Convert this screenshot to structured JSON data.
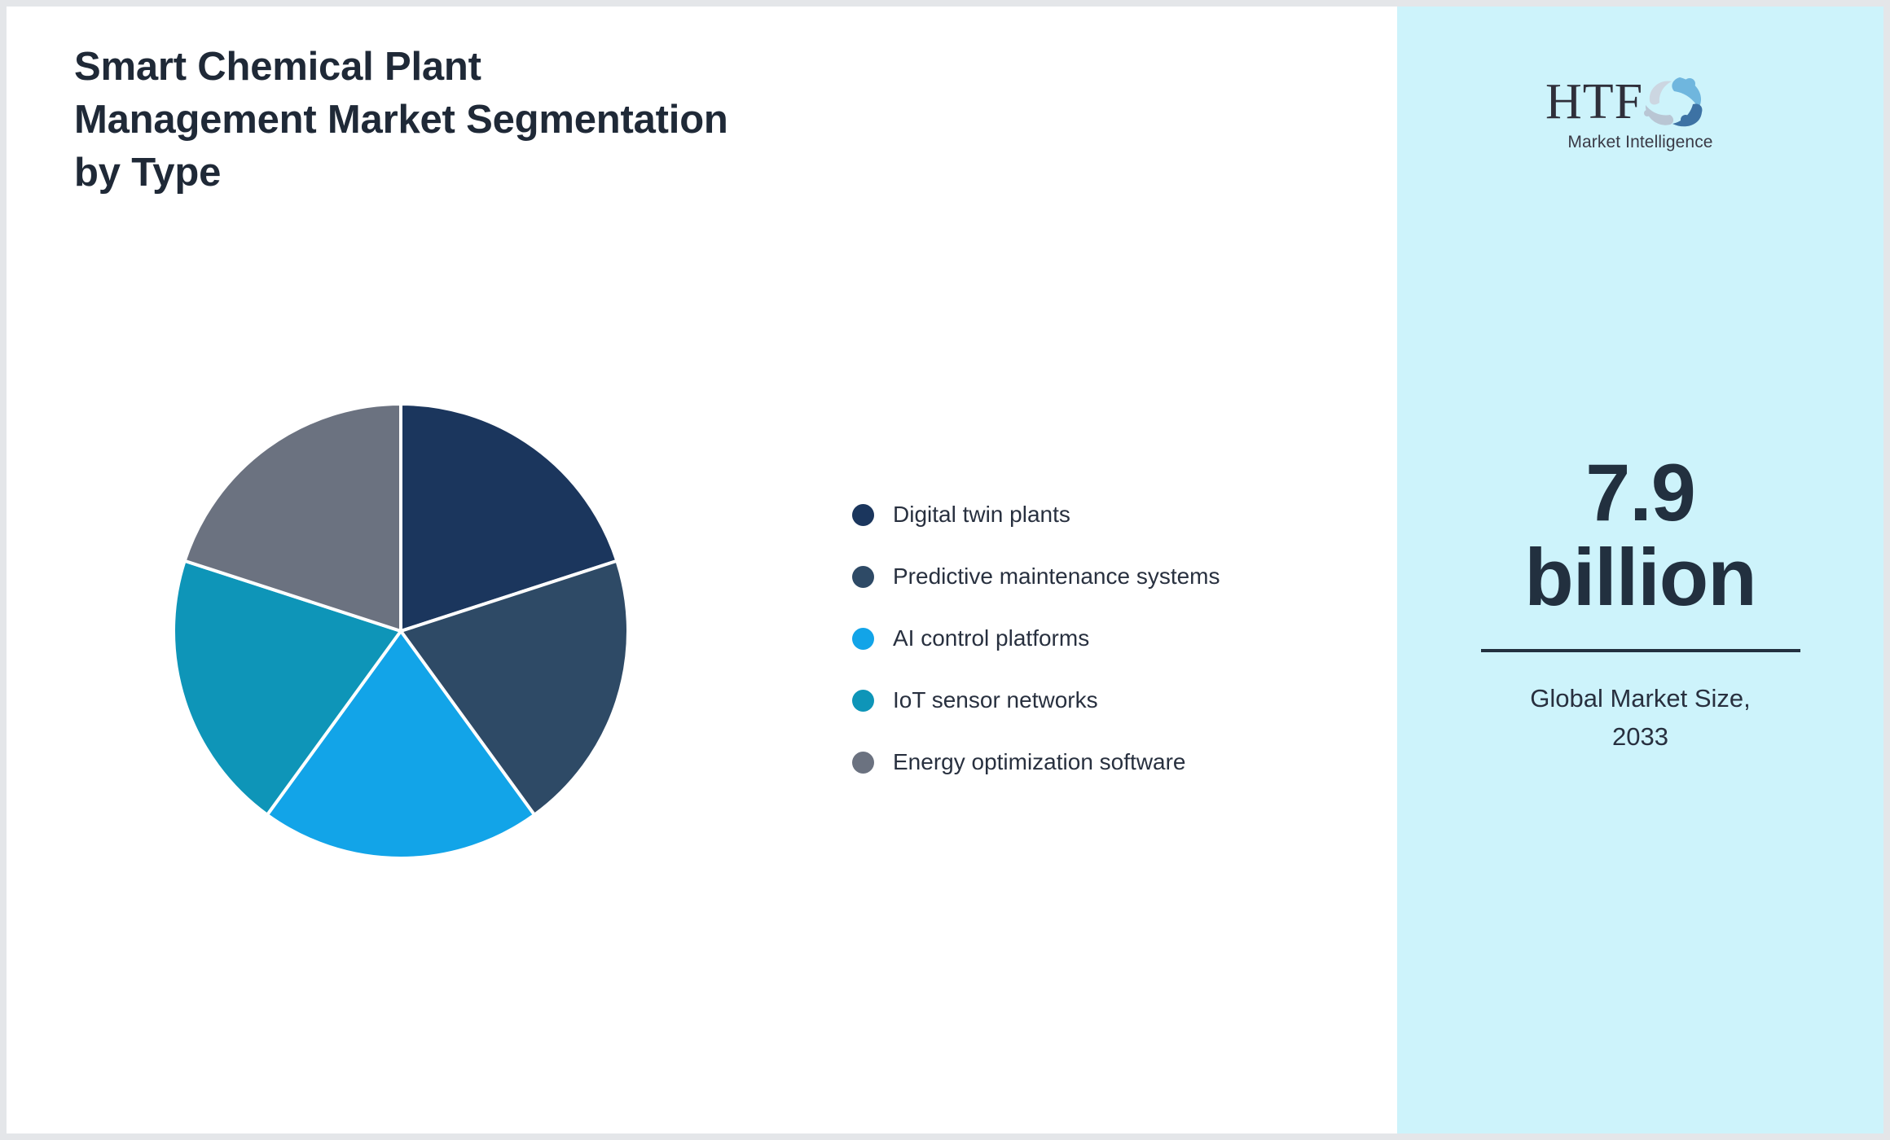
{
  "page": {
    "background": "#ffffff",
    "outer_margin_color": "#e4e6e9"
  },
  "header": {
    "title": "Smart Chemical Plant\nManagement Market Segmentation\nby Type"
  },
  "sidebar": {
    "background": "#cdf3fb",
    "logo": {
      "wordmark": "HTF",
      "subtitle": "Market Intelligence",
      "icon": "htf-three-figure-emblem"
    },
    "stat": {
      "value": "7.9\nbillion",
      "caption": "Global Market Size,\n2033"
    }
  },
  "legend": {
    "items": [
      {
        "label": "Digital twin plants",
        "color": "#1b365d"
      },
      {
        "label": "Predictive maintenance systems",
        "color": "#2e4a66"
      },
      {
        "label": "AI control platforms",
        "color": "#12a4e8"
      },
      {
        "label": "IoT sensor networks",
        "color": "#0e95b8"
      },
      {
        "label": "Energy optimization software",
        "color": "#6b7280"
      }
    ]
  },
  "chart_data": {
    "type": "pie",
    "title": "Smart Chemical Plant Management Market Segmentation by Type",
    "categories": [
      "Digital twin plants",
      "Predictive maintenance systems",
      "AI control platforms",
      "IoT sensor networks",
      "Energy optimization software"
    ],
    "values": [
      20,
      20,
      20,
      20,
      20
    ],
    "unit": "percent",
    "colors": [
      "#1b365d",
      "#2e4a66",
      "#12a4e8",
      "#0e95b8",
      "#6b7280"
    ],
    "start_angle_deg": 0,
    "direction": "clockwise",
    "slice_separator_color": "#ffffff",
    "legend_position": "right",
    "grid": false,
    "labels_shown": false
  }
}
